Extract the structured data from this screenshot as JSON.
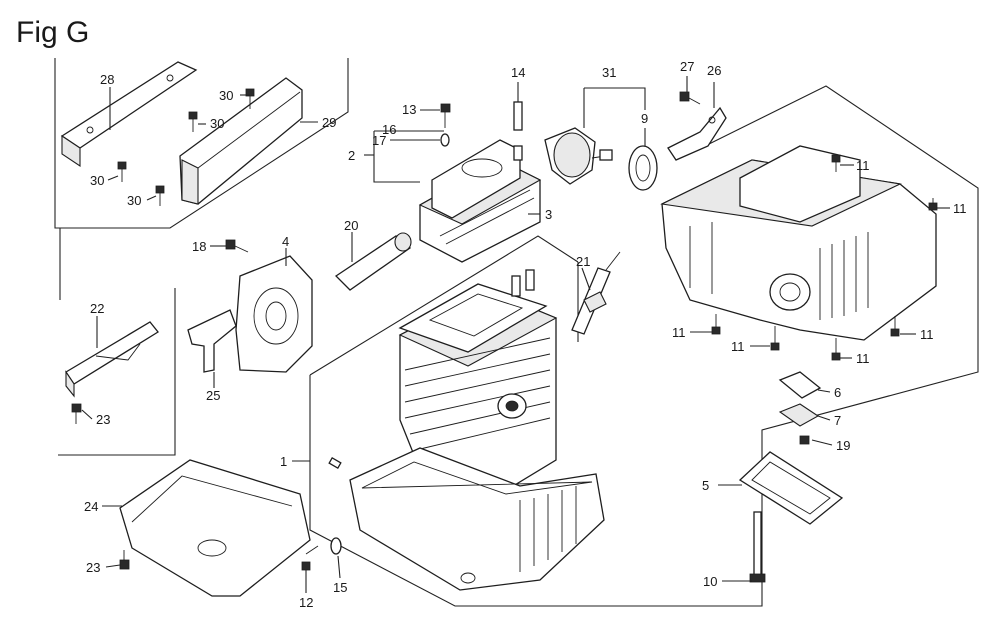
{
  "title": "Fig G",
  "colors": {
    "ink": "#1e1e1e",
    "paper": "#ffffff",
    "shade": "#e9e9e9"
  },
  "callouts": {
    "p1": "1",
    "p2": "2",
    "p3": "3",
    "p4": "4",
    "p5": "5",
    "p6": "6",
    "p7": "7",
    "p9": "9",
    "p10": "10",
    "p11a": "11",
    "p11b": "11",
    "p11c": "11",
    "p11d": "11",
    "p11e": "11",
    "p11f": "11",
    "p12": "12",
    "p13": "13",
    "p14": "14",
    "p15": "15",
    "p16": "16",
    "p17": "17",
    "p18": "18",
    "p19": "19",
    "p20": "20",
    "p21": "21",
    "p22": "22",
    "p23a": "23",
    "p23b": "23",
    "p24": "24",
    "p25": "25",
    "p26": "26",
    "p27": "27",
    "p28": "28",
    "p29": "29",
    "p30a": "30",
    "p30b": "30",
    "p30c": "30",
    "p30d": "30",
    "p31": "31"
  }
}
